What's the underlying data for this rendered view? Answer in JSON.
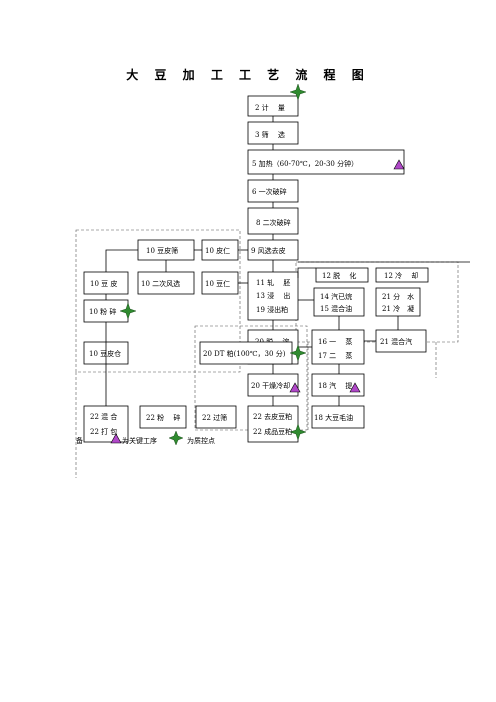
{
  "title": "大 豆 加 工 工 艺 流 程 图",
  "steps": {
    "s2": "2 计　 量",
    "s3": "3 筛　 选",
    "s5": "5 加热（60-70℃，20-30 分钟）",
    "s6": "6 一次破碎",
    "s8": "8 二次破碎",
    "s9": "9 风选去皮",
    "s10a": "10 豆皮筛",
    "s10b": "10 皮仁",
    "s10c": "10 豆 皮",
    "s10d": "10 二次风选",
    "s10e": "10 豆仁",
    "s10f": "10 粉 碎",
    "s10g": "10 豆皮仓",
    "s11": "11 轧　 胚",
    "s13": "13 浸　 出",
    "s19": "19 浸出粕",
    "s12a": "12 脱　 化",
    "s12b": "12 冷　 却",
    "s14": "14 汽已烷",
    "s15": "15 混合油",
    "s21a": "21 分　水",
    "s21b": "21 冷　凝",
    "s21c": "21 混合汽",
    "s16": "16 一　 蒸",
    "s17": "17 二　 蒸",
    "s18": "18 汽　 提",
    "s18b": "18 大豆毛油",
    "s20a": "20 脱　 溶",
    "s20b": "20 DT 粕(100℃，30 分)",
    "s20c": "20 干燥冷却",
    "s22a": "22 混 合",
    "s22b": "22 打 包",
    "s22c": "22 粉　 碎",
    "s22d": "22 过筛",
    "s22e": "22 去皮豆粕",
    "s22f": "22 成品豆粕"
  },
  "legend": {
    "prefix": "备",
    "critical": "为关键工序",
    "quality": "为质控点"
  },
  "colors": {
    "critical_marker": "#b048c8",
    "quality_marker": "#2f8a2f"
  }
}
